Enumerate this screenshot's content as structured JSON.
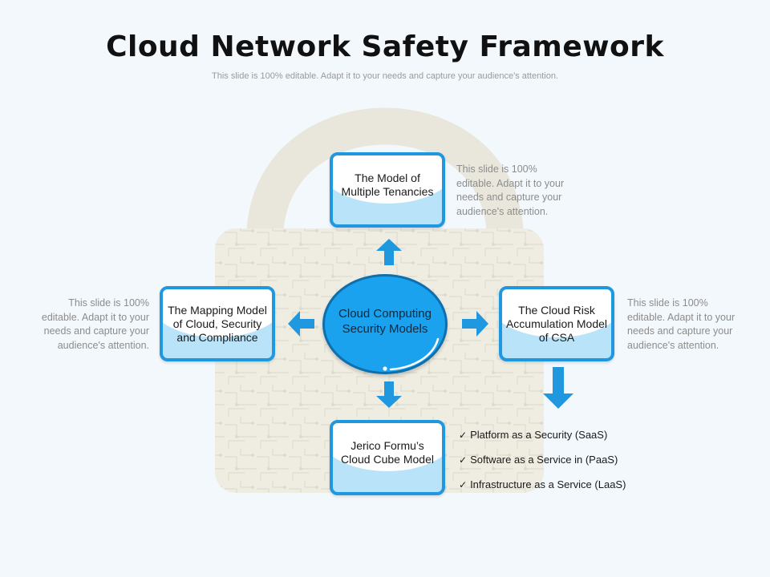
{
  "slide": {
    "title": "Cloud Network Safety Framework",
    "subtitle": "This slide is 100% editable. Adapt it to your needs and capture your audience's attention."
  },
  "diagram": {
    "center": {
      "label": "Cloud Computing Security Models"
    },
    "nodes": {
      "top": {
        "label": "The Model of Multiple Tenancies"
      },
      "left": {
        "label": "The Mapping Model of Cloud, Security and Compliance"
      },
      "right": {
        "label": "The Cloud Risk Accumulation Model of CSA"
      },
      "bottom": {
        "label": "Jerico Formu’s Cloud Cube Model"
      }
    },
    "notes": {
      "top": "This slide is 100% editable. Adapt it to your needs and capture your audience's attention.",
      "left": "This slide is 100% editable. Adapt it to your needs and capture your audience's attention.",
      "right": "This slide is 100% editable. Adapt it to your needs and capture your audience's attention."
    },
    "checklist": [
      "Platform as a Security (SaaS)",
      "Software as a Service  in (PaaS)",
      "Infrastructure as a Service (LaaS)"
    ]
  },
  "colors": {
    "accent": "#1f98e0",
    "box_fill": "#b9e3f8",
    "center_fill": "#1aa2ef",
    "note_text": "#8c8c8c"
  },
  "icons": {
    "background": "padlock-icon",
    "check": "check-icon",
    "arrows": "arrow-icon"
  }
}
